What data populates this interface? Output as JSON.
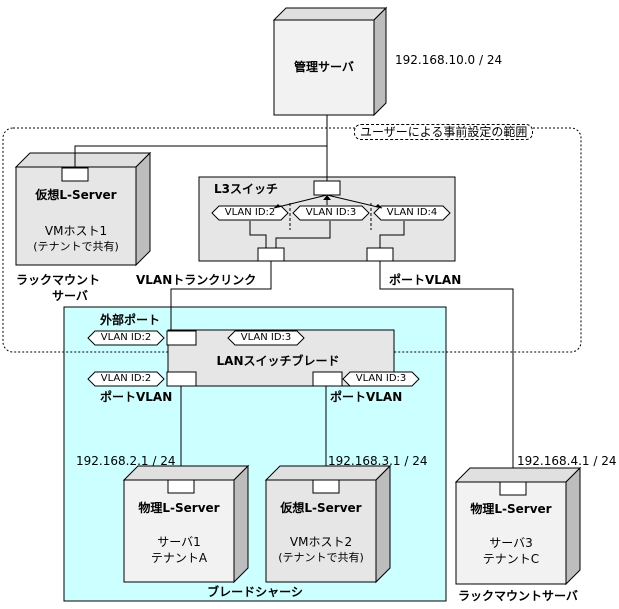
{
  "management_server": {
    "label": "管理サーバ",
    "ip": "192.168.10.0 / 24"
  },
  "user_setup_scope": {
    "label": "ユーザーによる事前設定の範囲"
  },
  "l3_switch": {
    "label": "L3スイッチ",
    "vlans": [
      "VLAN ID:2",
      "VLAN ID:3",
      "VLAN ID:4"
    ]
  },
  "rackmount_host": {
    "title": "仮想L-Server",
    "line1": "VMホスト1",
    "line2": "(テナントで共有)",
    "caption_line1": "ラックマウント",
    "caption_line2": "サーバ"
  },
  "links": {
    "vlan_trunk": "VLANトランクリンク",
    "port_vlan_right": "ポートVLAN"
  },
  "blade_chassis": {
    "label": "ブレードシャーシ",
    "external_port": "外部ポート",
    "lan_switch_blade": {
      "label": "LANスイッチブレード",
      "top_vlans": [
        "VLAN ID:2",
        "VLAN ID:3"
      ],
      "bottom_vlans": [
        "VLAN ID:2",
        "VLAN ID:3"
      ],
      "port_vlan_left": "ポートVLAN",
      "port_vlan_right": "ポートVLAN"
    },
    "server_a": {
      "ip": "192.168.2.1 / 24",
      "title": "物理L-Server",
      "line1": "サーバ1",
      "line2": "テナントA"
    },
    "server_b": {
      "ip": "192.168.3.1 / 24",
      "title": "仮想L-Server",
      "line1": "VMホスト2",
      "line2": "(テナントで共有)"
    }
  },
  "rackmount_server_c": {
    "ip": "192.168.4.1 / 24",
    "title": "物理L-Server",
    "line1": "サーバ3",
    "line2": "テナントC",
    "caption": "ラックマウントサーバ"
  },
  "colors": {
    "chassis_fill": "#ccffff",
    "box_fill": "#e6e6e6",
    "cube_shade": "#bdbdbd",
    "line": "#000000"
  }
}
